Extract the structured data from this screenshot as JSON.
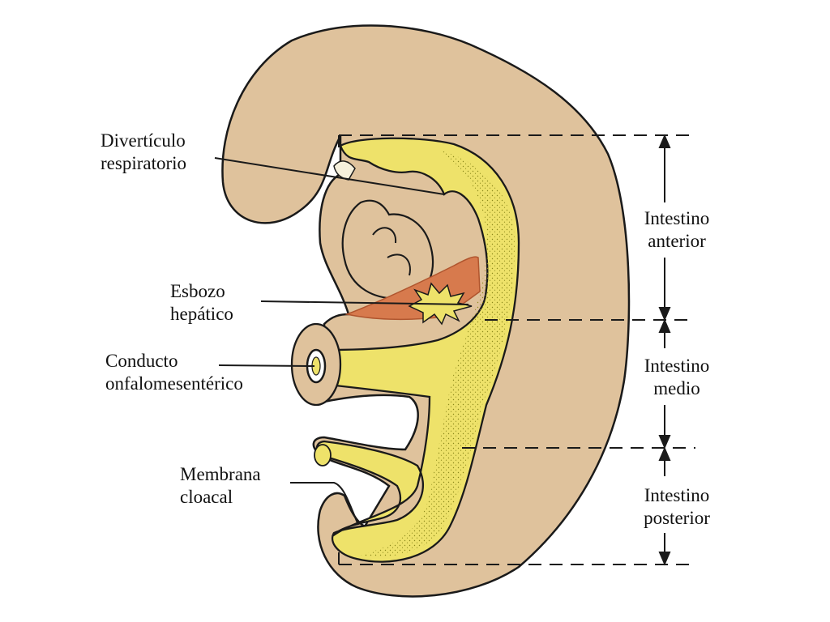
{
  "labels": {
    "respiratory": [
      "Divertículo",
      "respiratorio"
    ],
    "liver": [
      "Esbozo",
      "hepático"
    ],
    "duct": [
      "Conducto",
      "onfalomesentérico"
    ],
    "membrane": [
      "Membrana",
      "cloacal"
    ],
    "foregut": [
      "Intestino",
      "anterior"
    ],
    "midgut": [
      "Intestino",
      "medio"
    ],
    "hindgut": [
      "Intestino",
      "posterior"
    ]
  },
  "colors": {
    "body": "#dfc29c",
    "gut": "#eee26a",
    "gut_stipple": "#8c8a1c",
    "liver": "#d77a4d",
    "outline": "#1a1a1a",
    "background": "#ffffff"
  }
}
